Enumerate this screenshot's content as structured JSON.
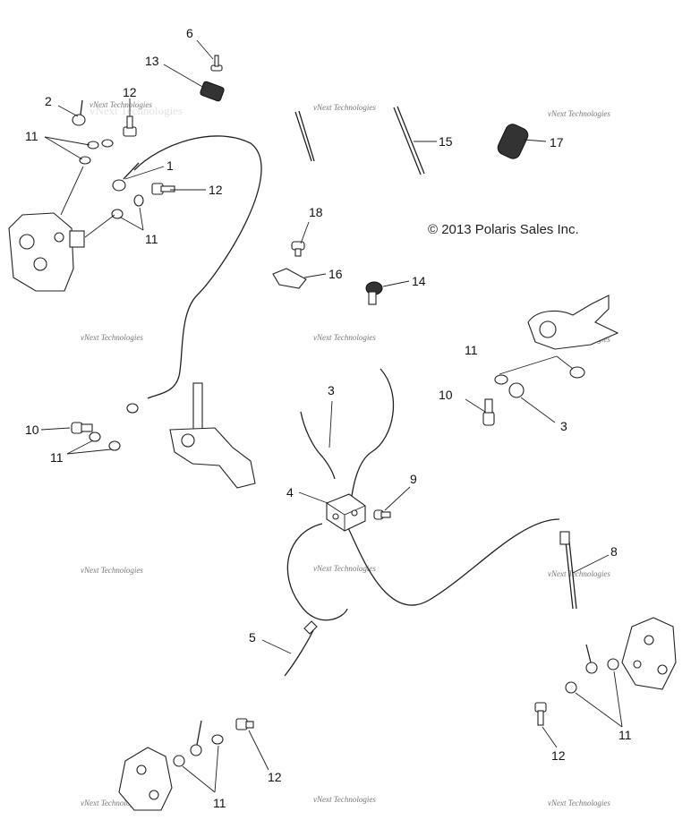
{
  "copyright": "© 2013 Polaris Sales Inc.",
  "watermark": "vNext Technologies",
  "callouts": {
    "c1": "1",
    "c2": "2",
    "c3a": "3",
    "c3b": "3",
    "c4": "4",
    "c5": "5",
    "c6": "6",
    "c8": "8",
    "c9": "9",
    "c10a": "10",
    "c10b": "10",
    "c11a": "11",
    "c11b": "11",
    "c11c": "11",
    "c11d": "11",
    "c11e": "11",
    "c11f": "11",
    "c12a": "12",
    "c12b": "12",
    "c12c": "12",
    "c12d": "12",
    "c13": "13",
    "c14": "14",
    "c15": "15",
    "c16": "16",
    "c17": "17",
    "c18": "18"
  },
  "colors": {
    "ink": "#222222",
    "watermark": "#777777"
  }
}
